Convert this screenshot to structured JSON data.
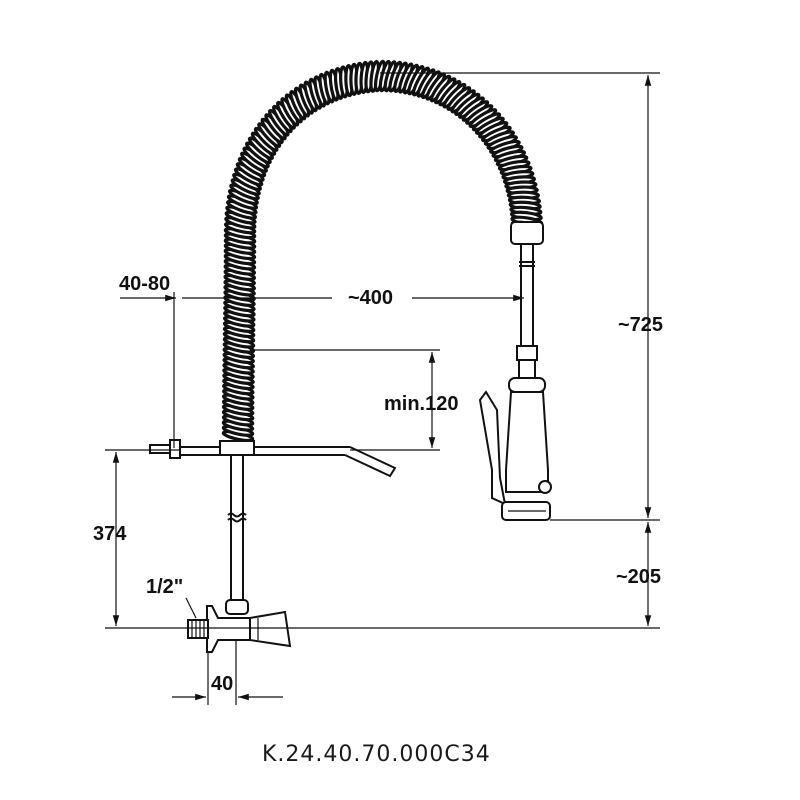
{
  "drawing": {
    "product_code": "K.24.40.70.000C34",
    "dimensions": {
      "height_total": "~725",
      "reach": "~400",
      "deck_range": "40-80",
      "clearance": "min.120",
      "height_under_deck": "374",
      "spout_height": "~205",
      "thread": "1/2\"",
      "valve_width": "40"
    },
    "colors": {
      "line": "#111111",
      "background": "#ffffff"
    }
  }
}
